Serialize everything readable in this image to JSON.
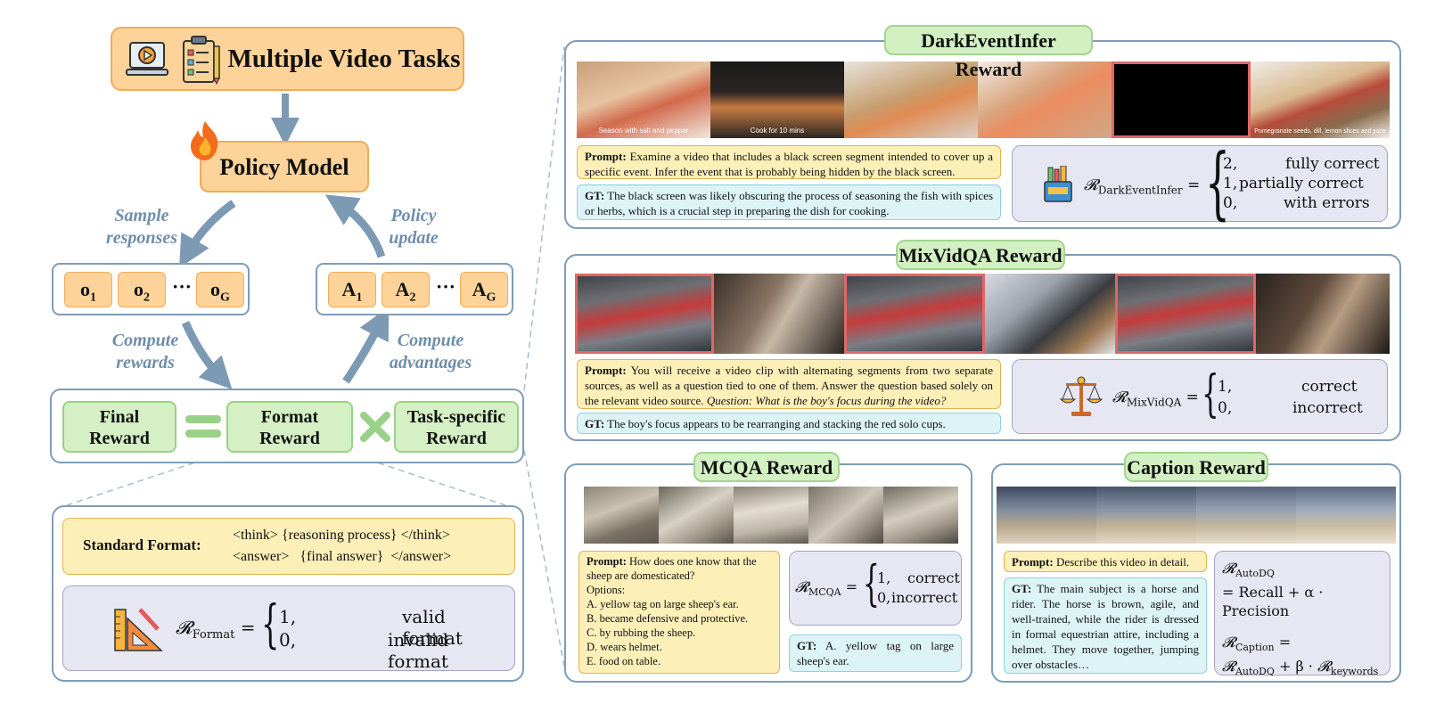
{
  "left": {
    "tasks_title": "Multiple Video Tasks",
    "policy_title": "Policy Model",
    "sample_label": "Sample responses",
    "update_label": "Policy update",
    "compute_rewards_label": "Compute rewards",
    "compute_advantages_label": "Compute advantages",
    "outputs": [
      "o",
      "o",
      "o"
    ],
    "output_subs": [
      "1",
      "2",
      "G"
    ],
    "advantages": [
      "A",
      "A",
      "A"
    ],
    "advantage_subs": [
      "1",
      "2",
      "G"
    ],
    "ellipsis": "···",
    "final_reward": "Final Reward",
    "format_reward": "Format Reward",
    "task_reward": "Task-specific Reward",
    "standard_format_label": "Standard Format:",
    "format_line1": "<think> {reasoning process} </think>",
    "format_line2": "<answer>   {final answer}  </answer>",
    "format_formula": {
      "name": "𝓡",
      "sub": "Format",
      "case1_val": "1,",
      "case1_text": "valid format",
      "case2_val": "0,",
      "case2_text": "invalid format"
    }
  },
  "dark": {
    "title": "DarkEventInfer Reward",
    "captions": [
      "Season with salt and pepper",
      "Cook for 10 mins",
      "",
      "",
      "",
      "Pomegranate seeds, dill, lemon slices and juice"
    ],
    "prompt_label": "Prompt:",
    "prompt": "Examine a video that includes a black screen segment intended to cover up a specific event. Infer the event that is probably being hidden by the black screen.",
    "gt_label": "GT:",
    "gt": "The black screen was likely obscuring the process of seasoning the fish with spices or herbs, which is a crucial step in preparing the dish for cooking.",
    "formula": {
      "name": "𝓡",
      "sub": "DarkEventInfer",
      "rows": [
        {
          "val": "2,",
          "text": "fully correct"
        },
        {
          "val": "1,",
          "text": "partially correct"
        },
        {
          "val": "0,",
          "text": "with errors"
        }
      ]
    }
  },
  "mix": {
    "title": "MixVidQA Reward",
    "prompt_label": "Prompt:",
    "prompt": "You will receive a video clip with alternating segments from two separate sources, as well as a question tied to one of them. Answer the question based solely on the relevant video source.",
    "question": "Question: What is the boy's focus during the video?",
    "gt_label": "GT:",
    "gt": "The boy's focus appears to be rearranging and stacking the red solo cups.",
    "formula": {
      "name": "𝓡",
      "sub": "MixVidQA",
      "rows": [
        {
          "val": "1,",
          "text": "correct"
        },
        {
          "val": "0,",
          "text": "incorrect"
        }
      ]
    }
  },
  "mcqa": {
    "title": "MCQA Reward",
    "prompt_label": "Prompt:",
    "prompt": "How does one know that the sheep are domesticated?",
    "options_label": "Options:",
    "options": [
      "A. yellow tag on large sheep's ear.",
      "B. became defensive and protective.",
      "C. by rubbing the sheep.",
      "D. wears helmet.",
      "E. food on table."
    ],
    "gt_label": "GT:",
    "gt": "A. yellow tag on large sheep's ear.",
    "formula": {
      "name": "𝓡",
      "sub": "MCQA",
      "rows": [
        {
          "val": "1,",
          "text": "correct"
        },
        {
          "val": "0,",
          "text": "incorrect"
        }
      ]
    }
  },
  "caption": {
    "title": "Caption Reward",
    "prompt_label": "Prompt:",
    "prompt": "Describe this video in detail.",
    "gt_label": "GT:",
    "gt": "The main subject is a horse and rider. The horse is brown, agile, and well-trained, while the rider is dressed in formal equestrian attire, including a helmet. They move together, jumping over obstacles…",
    "formula1_lhs_name": "𝓡",
    "formula1_lhs_sub": "AutoDQ",
    "formula1_rhs": "= Recall + α · Precision",
    "formula2_lhs_name": "𝓡",
    "formula2_lhs_sub": "Caption",
    "formula2_eq": "=",
    "formula2_rhs_a": "𝓡",
    "formula2_rhs_a_sub": "AutoDQ",
    "formula2_plus": " + β · ",
    "formula2_rhs_b": "𝓡",
    "formula2_rhs_b_sub": "keywords"
  },
  "colors": {
    "panel_border": "#7e9db8",
    "orange": "#fdd39a",
    "green": "#d4f0c4",
    "prompt_bg": "#fdefb8",
    "gt_bg": "#ddf4f7",
    "formula_bg": "#e7e7f3",
    "highlight_red": "#e06767",
    "arrow": "#7d9ab5"
  },
  "icons": [
    "video-tasks-icon",
    "clipboard-icon",
    "fire-icon",
    "ruler-triangle-icon",
    "pencil-cup-icon",
    "balance-scale-icon"
  ]
}
